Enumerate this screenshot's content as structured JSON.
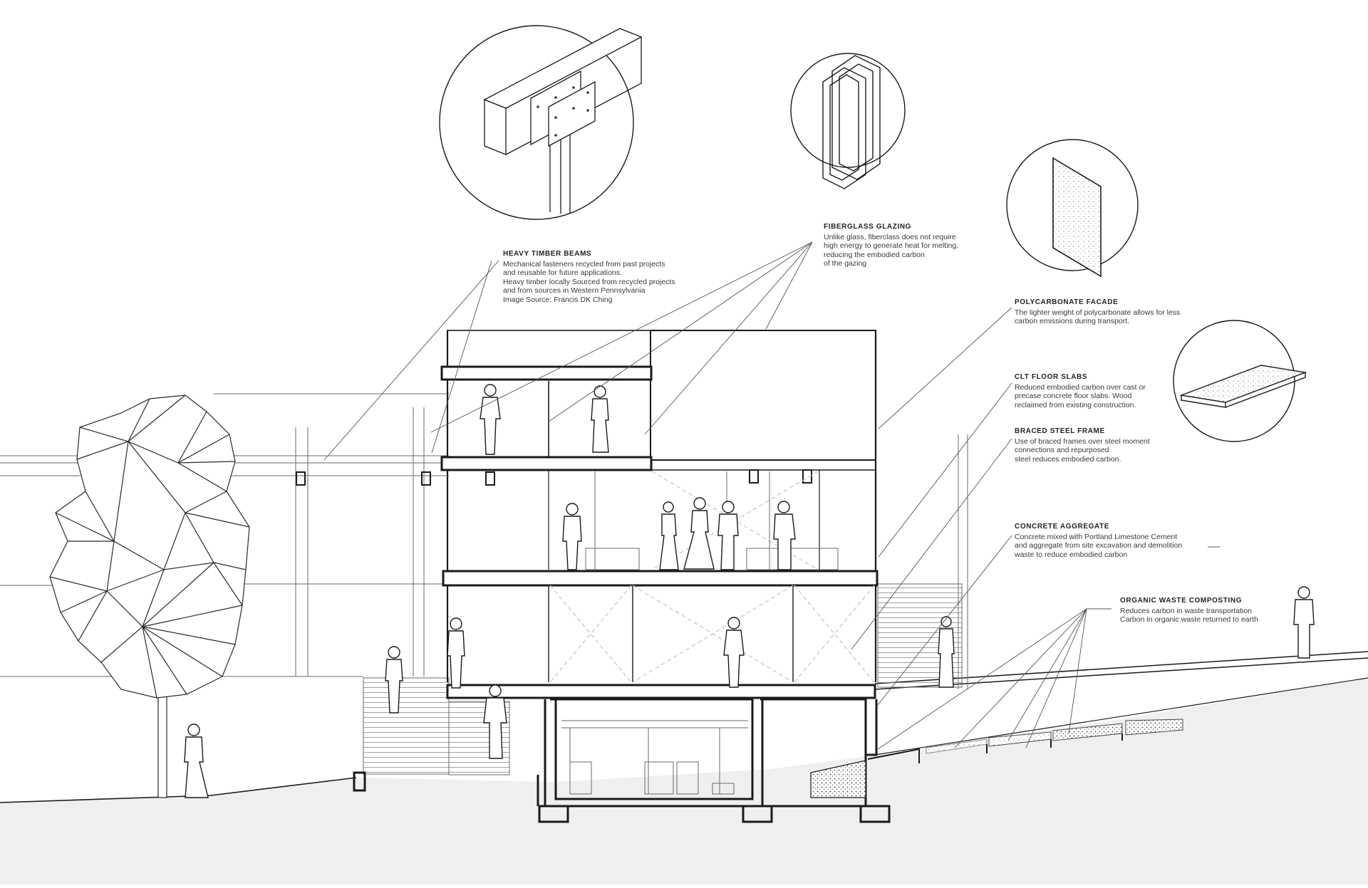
{
  "annotations": {
    "heavy_timber": {
      "title": "HEAVY TIMBER BEAMS",
      "lines": [
        "Mechanical fasteners recycled from past projects",
        "and reusable for future applications.",
        "Heavy timber locally Sourced from recycled projects",
        "and from sources in Western Pennsylvania",
        "Image Source: Francis DK Ching"
      ]
    },
    "fiberglass": {
      "title": "FIBERGLASS GLAZING",
      "lines": [
        "Unlike glass, fiberclass does not require",
        "high energy to generate heat for melting,",
        "reducing the embodied carbon",
        "of the gazing"
      ]
    },
    "polycarbonate": {
      "title": "POLYCARBONATE FACADE",
      "lines": [
        "The lighter weight of polycarbonate allows for less",
        "carbon emissions during transport."
      ]
    },
    "clt": {
      "title": "CLT FLOOR SLABS",
      "lines": [
        "Reduced embodied carbon over cast or",
        "precase concrete floor slabs. Wood",
        "reclaimed from existing construction."
      ]
    },
    "braced_steel": {
      "title": "BRACED STEEL FRAME",
      "lines": [
        "Use of braced frames over steel moment",
        "connections and repurposed",
        "steel reduces embodied carbon."
      ]
    },
    "concrete": {
      "title": "CONCRETE AGGREGATE",
      "lines": [
        "Concrete mixed with Portland Limestone Cement",
        "and aggregate from site excavation and demolition",
        "waste to reduce embodied carbon"
      ]
    },
    "organic": {
      "title": "ORGANIC WASTE COMPOSTING",
      "lines": [
        "Reduces carbon in waste transportation",
        "Carbon in organic waste returned to earth"
      ]
    }
  },
  "colors": {
    "line": "#1a1a1a",
    "thin": "#6a6a6a",
    "ground": "#eef0ee",
    "brace": "#c8c8c8"
  }
}
